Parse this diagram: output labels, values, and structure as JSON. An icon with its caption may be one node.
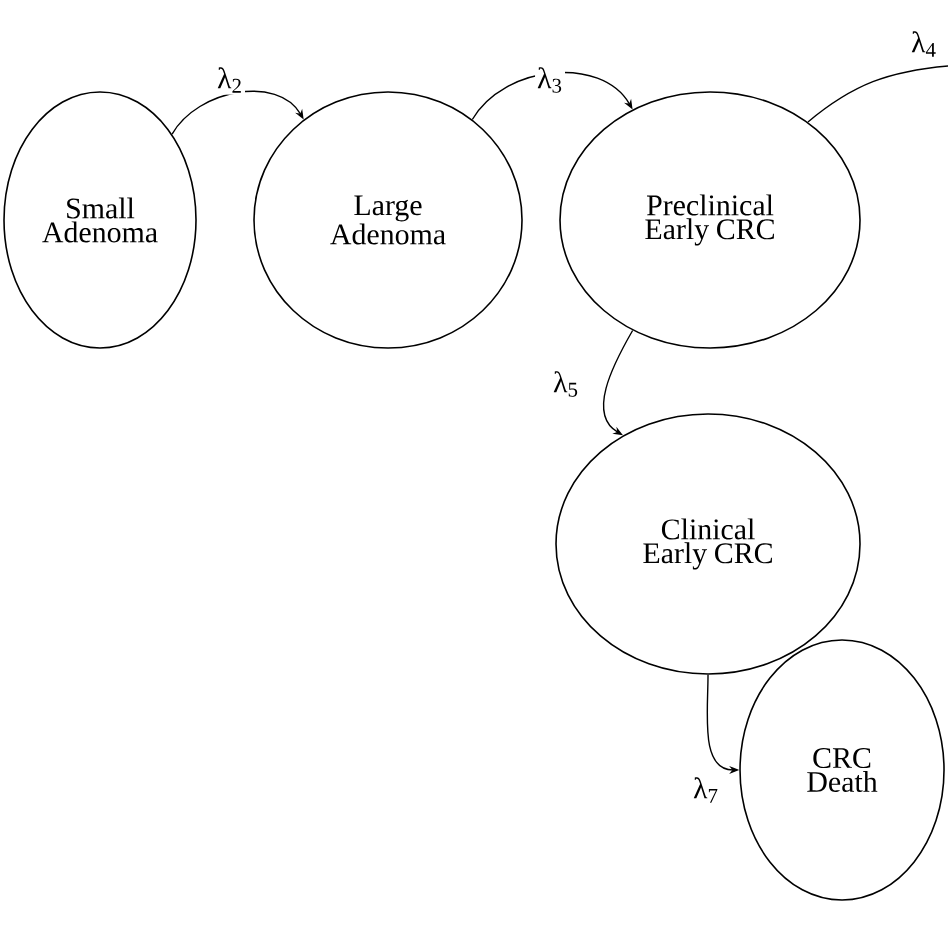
{
  "diagram": {
    "nodes": [
      {
        "text": [
          "Small Adenoma"
        ]
      },
      {
        "text": [
          "Large Adenoma"
        ]
      },
      {
        "text": [
          "Preclinical Early CRC"
        ]
      },
      {
        "text": [
          "Clinical Early CRC"
        ]
      },
      {
        "text": [
          "CRC Death"
        ]
      }
    ],
    "edges": [
      {
        "from": 0,
        "to": 1,
        "arrow": "to",
        "label": "λ$_{2}$"
      },
      {
        "from": 1,
        "to": 2,
        "arrow": "to",
        "label": "λ$_{3}$"
      },
      {
        "from": 2,
        "to": null,
        "arrow": "none",
        "label": "λ$_{4}$"
      },
      {
        "from": 2,
        "to": 3,
        "arrow": "to",
        "label": "λ$_{5}$"
      },
      {
        "from": 3,
        "to": 4,
        "arrow": "to",
        "label": "λ$_{7}$"
      }
    ]
  }
}
